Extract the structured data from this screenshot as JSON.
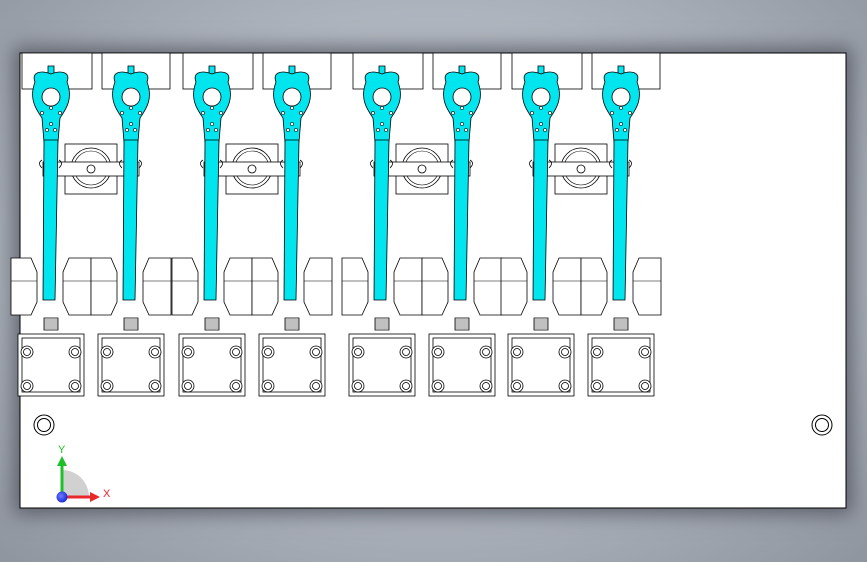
{
  "viewport": {
    "background": "#aeb4bd",
    "sheet_fill": "#ffffff",
    "line_color": "#000000",
    "part_color": "#00e5ee"
  },
  "triad": {
    "x_label": "X",
    "y_label": "Y",
    "x_color": "#e8282a",
    "y_color": "#1fbf2a",
    "z_color": "#1a2cd8"
  },
  "stations": [
    {
      "id": "A",
      "parts": 2
    },
    {
      "id": "B",
      "parts": 2
    },
    {
      "id": "C",
      "parts": 2
    },
    {
      "id": "D",
      "parts": 2
    }
  ]
}
